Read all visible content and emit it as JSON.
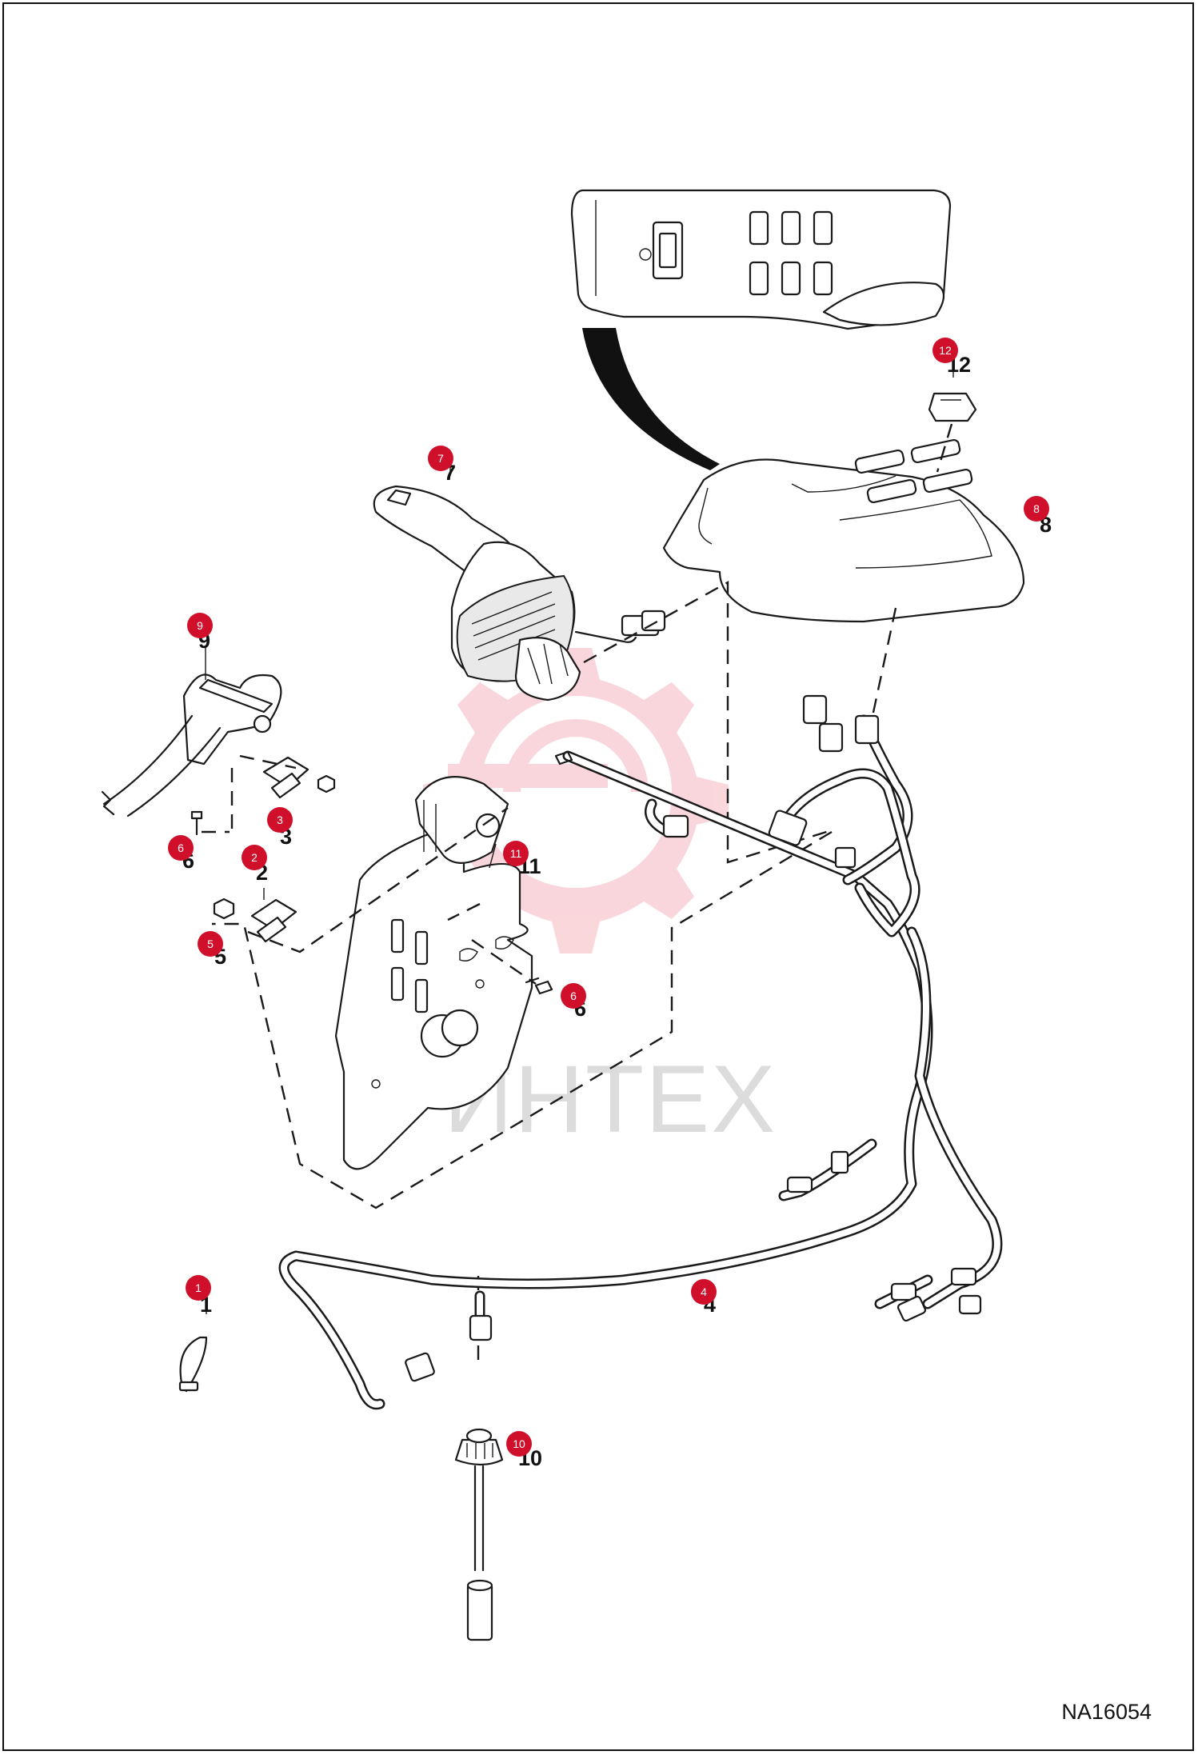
{
  "figure_code": "NA16054",
  "watermark": {
    "text": "ИНТЕХ",
    "color": "#f6c9cf"
  },
  "accent_color": "#d0102b",
  "callouts": [
    {
      "id": "1",
      "label": "1"
    },
    {
      "id": "2",
      "label": "2"
    },
    {
      "id": "3",
      "label": "3"
    },
    {
      "id": "4",
      "label": "4"
    },
    {
      "id": "5",
      "label": "5"
    },
    {
      "id": "6a",
      "label": "6"
    },
    {
      "id": "6b",
      "label": "6"
    },
    {
      "id": "7",
      "label": "7"
    },
    {
      "id": "8",
      "label": "8"
    },
    {
      "id": "9",
      "label": "9"
    },
    {
      "id": "10",
      "label": "10"
    },
    {
      "id": "11",
      "label": "11"
    },
    {
      "id": "12",
      "label": "12"
    }
  ]
}
